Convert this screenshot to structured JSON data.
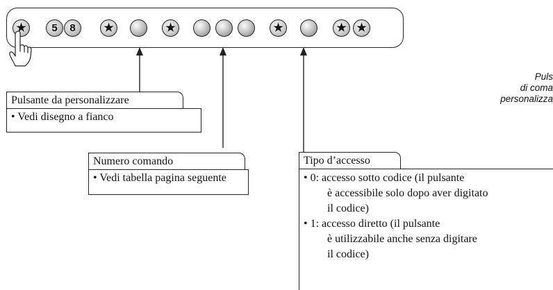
{
  "key_sequence": [
    {
      "type": "star",
      "label": "★",
      "icon": "star-key-icon"
    },
    {
      "type": "digit",
      "label": "5"
    },
    {
      "type": "digit",
      "label": "8"
    },
    {
      "type": "star",
      "label": "★",
      "icon": "star-key-icon"
    },
    {
      "type": "blank",
      "label": ""
    },
    {
      "type": "star",
      "label": "★",
      "icon": "star-key-icon"
    },
    {
      "type": "blank",
      "label": ""
    },
    {
      "type": "blank",
      "label": ""
    },
    {
      "type": "blank",
      "label": ""
    },
    {
      "type": "star",
      "label": "★",
      "icon": "star-key-icon"
    },
    {
      "type": "blank",
      "label": ""
    },
    {
      "type": "star",
      "label": "★",
      "icon": "star-key-icon"
    },
    {
      "type": "star",
      "label": "★",
      "icon": "star-key-icon"
    }
  ],
  "hand_icon": "pointing-hand-icon",
  "labels": {
    "button": {
      "title": "Pulsante da personalizzare",
      "bullet": "• Vedi disegno a fianco"
    },
    "command": {
      "title": "Numero comando",
      "bullet": "• Vedi tabella pagina seguente"
    },
    "access": {
      "title": "Tipo d’accesso",
      "lines": [
        "• 0: accesso sotto codice (il pulsante",
        "è accessibile solo dopo aver digitato",
        "il codice)",
        "• 1: accesso diretto (il pulsante",
        "è utilizzabile anche senza digitare",
        "il codice)"
      ]
    }
  },
  "side_note": {
    "lines": [
      "Puls",
      "di coma",
      "personalizza"
    ]
  },
  "colors": {
    "line": "#222222",
    "key_face": "#c8c8c8"
  }
}
